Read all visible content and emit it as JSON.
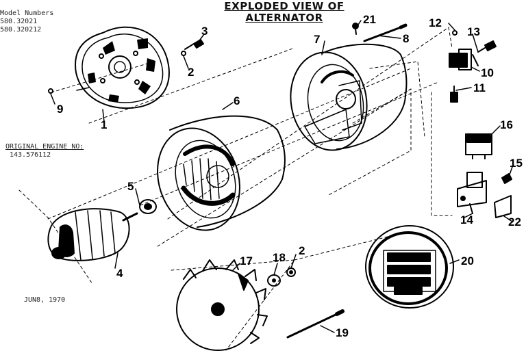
{
  "title": {
    "line1": "EXPLODED VIEW OF",
    "line2": "ALTERNATOR"
  },
  "model_numbers": {
    "label": "Model Numbers",
    "values": [
      "580.32021",
      "580.320212"
    ]
  },
  "original_engine": {
    "label": "ORIGINAL ENGINE NO:",
    "value": "143.576112"
  },
  "date": "JUN8, 1970",
  "part_numbers": [
    "1",
    "2",
    "3",
    "4",
    "5",
    "6",
    "7",
    "8",
    "9",
    "10",
    "11",
    "12",
    "13",
    "14",
    "15",
    "16",
    "17",
    "18",
    "2",
    "19",
    "20",
    "21",
    "22"
  ],
  "colors": {
    "ink": "#000000",
    "paper": "#ffffff"
  }
}
